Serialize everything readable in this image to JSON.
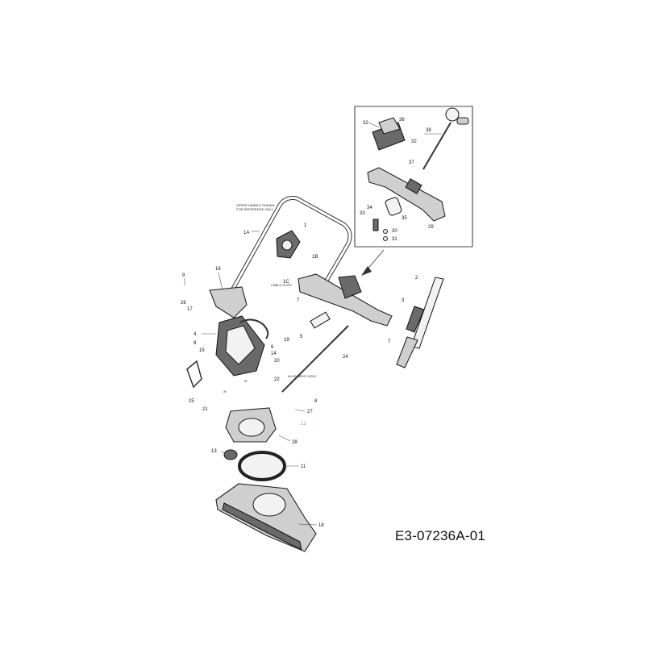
{
  "diagram": {
    "code": "E3-07236A-01",
    "notes": {
      "upper_handle": [
        "UPPER HANDLE SHOWN",
        "FOR REFERENCE ONLY"
      ],
      "cable_clips": "CABLE CLIPS",
      "alignment_hole": "ALIGNMENT HOLE",
      "detail_a": "\"A\""
    },
    "callouts": {
      "c1": "1",
      "c1a": "1A",
      "c1b": "1B",
      "c1c": "1C",
      "c2": "2",
      "c3": "3",
      "c4": "4",
      "c5": "5",
      "c6": "6",
      "c7": "7",
      "c8": "8",
      "c9": "9",
      "c11": "11",
      "c12": "12",
      "c13": "13",
      "c14": "14",
      "c15": "15",
      "c16": "16",
      "c17": "17",
      "c18": "18",
      "c19": "19",
      "c20": "20",
      "c21": "21",
      "c22": "22",
      "c24": "24",
      "c25": "25",
      "c26": "26",
      "c27": "27",
      "c28": "28",
      "c29": "29",
      "c30": "30",
      "c31": "31",
      "c32": "32",
      "c33": "33",
      "c34": "34",
      "c35": "35",
      "c36": "36",
      "c37": "37",
      "c38": "38"
    },
    "highlight_color": "#c8a000"
  }
}
